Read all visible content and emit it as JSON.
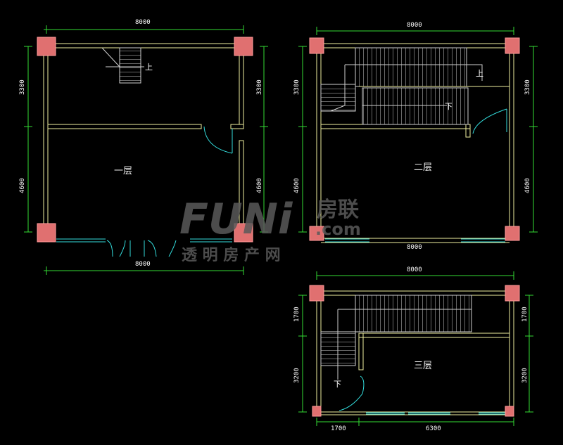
{
  "colors": {
    "background": "#000000",
    "wall": "#f0f0a0",
    "column": "#e07070",
    "dimension": "#33dd33",
    "window": "#33dddd",
    "door": "#33dddd",
    "stair": "#dddddd",
    "label": "#ffffff",
    "watermark": "#5a5a5a"
  },
  "floor1": {
    "label": "一层",
    "dim_top": "8000",
    "dim_bottom": "8000",
    "dim_left_upper": "3300",
    "dim_left_lower": "4600",
    "dim_right_upper": "3300",
    "dim_right_lower": "4600",
    "stair_label": "上"
  },
  "floor2": {
    "label": "二层",
    "dim_top": "8000",
    "dim_bottom": "8000",
    "dim_left_upper": "3300",
    "dim_left_lower": "4600",
    "dim_right_upper": "3300",
    "dim_right_lower": "4600",
    "stair_label_up": "上",
    "stair_label_down": "下"
  },
  "floor3": {
    "label": "三层",
    "dim_top": "8000",
    "dim_bottom_left": "1700",
    "dim_bottom_right": "6300",
    "dim_left_upper": "1700",
    "dim_left_lower": "3200",
    "dim_right_upper": "1700",
    "dim_right_lower": "3200",
    "stair_label_down": "下"
  },
  "watermark": {
    "logo": "FUNi",
    "brand": "房联",
    "domain": ".com",
    "tagline": "透 明 房 产 网"
  }
}
